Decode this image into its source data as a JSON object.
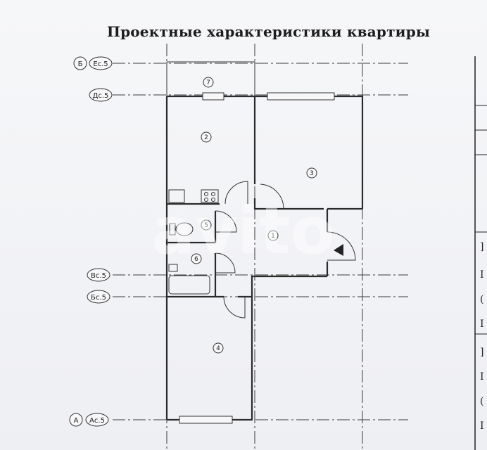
{
  "title": "Проектные характеристики  квартиры",
  "axes": [
    {
      "id": "b-top",
      "letter": "Б",
      "label": "Ес.5"
    },
    {
      "id": "d",
      "label": "Дс.5"
    },
    {
      "id": "v",
      "label": "Вс.5"
    },
    {
      "id": "b2",
      "label": "Бс.5"
    },
    {
      "id": "a",
      "letter": "А",
      "label": "Ас.5"
    }
  ],
  "rooms": [
    "1",
    "2",
    "3",
    "4",
    "5",
    "6",
    "7"
  ],
  "right_table_fragments": [
    "]",
    "I",
    "(",
    "I",
    "]",
    "I",
    "(",
    "I"
  ],
  "watermark": "avito"
}
